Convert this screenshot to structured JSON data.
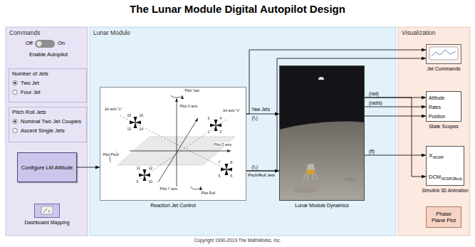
{
  "diagram": {
    "title": "The Lunar Module Digital Autopilot Design",
    "caption": "Copyright 1990-2019 The MathWorks, Inc.",
    "nodes": [
      {
        "text": [
          "Commands"
        ]
      },
      {
        "text": [
          "Off",
          "On",
          "Enable Autopilot"
        ],
        "in": 0
      },
      {
        "text": [
          "Number of Jets",
          "Two Jet",
          "Four Jet"
        ],
        "in": 0
      },
      {
        "text": [
          "Pitch Roll Jets",
          "Nominal Two Jet Couples",
          "Ascent Single Jets"
        ],
        "in": 0
      },
      {
        "text": [
          "Configure LM Attitude"
        ],
        "in": 0
      },
      {
        "text": [
          "Dashboard Mapping"
        ],
        "in": 0
      },
      {
        "text": [
          "Lunar Module"
        ]
      },
      {
        "text": [
          "Reaction Jet Control"
        ],
        "in": 6
      },
      {
        "text": [
          "Lunar Module Dynamics"
        ],
        "in": 6
      },
      {
        "text": [
          "Visualization"
        ]
      },
      {
        "text": [
          "Jet Commands"
        ],
        "in": 9
      },
      {
        "text": [
          "Attitude",
          "Rates",
          "Position",
          "State Scopes"
        ],
        "in": 9
      },
      {
        "text": [
          "X",
          "MCMF",
          "DCM",
          "MCMF2Body",
          "Simulink 3D Animation"
        ],
        "in": 9
      },
      {
        "text": [
          "Phase Plane Plot"
        ],
        "in": 9
      }
    ],
    "edges": [
      {
        "from": 4,
        "to": 7,
        "arrow": "to"
      },
      {
        "from": 7,
        "to": 8,
        "label": "Yaw Jets",
        "arrow": "to"
      },
      {
        "from": 7,
        "to": 8,
        "label": "Pitch/Roll Jets",
        "arrow": "to"
      },
      {
        "from": 7,
        "to": 10,
        "arrow": "to"
      },
      {
        "from": 7,
        "to": 10,
        "arrow": "to"
      },
      {
        "from": 8,
        "to": 11,
        "label": "(rad)",
        "arrow": "to"
      },
      {
        "from": 8,
        "to": 11,
        "label": "(rad/s)",
        "arrow": "to"
      },
      {
        "from": 8,
        "to": 11,
        "arrow": "to"
      },
      {
        "from": 8,
        "to": 12,
        "label": "(ft)",
        "arrow": "to"
      },
      {
        "from": 8,
        "to": 12,
        "arrow": "to"
      }
    ],
    "labels": [
      "Pilot Yaw",
      "Pilot X axis",
      "Jet axis \"u\"",
      "Jet axis \"v\"",
      "Pilot Z axis",
      "Pilot Pitch",
      "Pilot Y axis",
      "Pilot Roll",
      "15",
      "16",
      "13",
      "14",
      "3",
      "4",
      "1",
      "2",
      "11",
      "12",
      "9",
      "10",
      "7",
      "8",
      "5",
      "6",
      "(f₁)",
      "(f₂)"
    ]
  }
}
